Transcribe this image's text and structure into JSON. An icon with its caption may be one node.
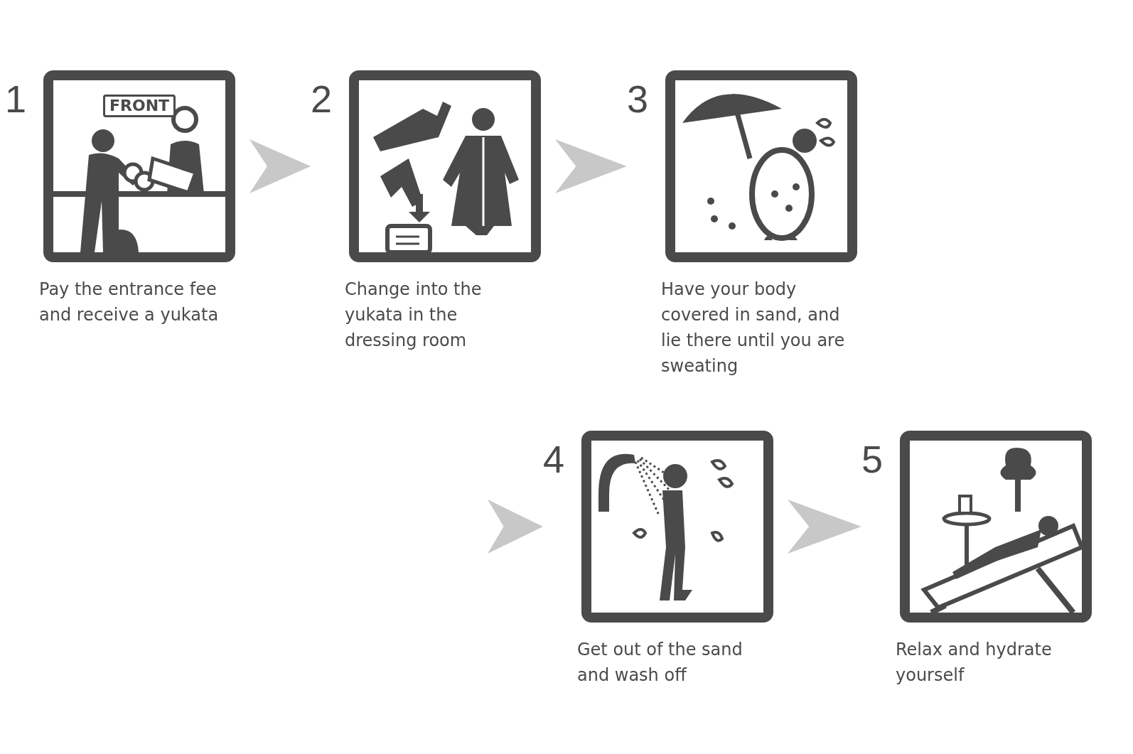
{
  "diagram": {
    "nodes": [
      {
        "text": [
          "1",
          "Pay the entrance fee and receive a yukata"
        ]
      },
      {
        "text": [
          "2",
          "Change into the yukata in the dressing room"
        ]
      },
      {
        "text": [
          "3",
          "Have your body covered in sand, and lie there until you are sweating"
        ]
      },
      {
        "text": [
          "4",
          "Get out of the sand and wash off"
        ]
      },
      {
        "text": [
          "5",
          "Relax and hydrate yourself"
        ]
      }
    ],
    "edges": [
      {
        "from": 0,
        "to": 1,
        "arrow": "to"
      },
      {
        "from": 1,
        "to": 2,
        "arrow": "to"
      },
      {
        "from": null,
        "to": 3,
        "arrow": "to"
      },
      {
        "from": 3,
        "to": 4,
        "arrow": "to"
      }
    ],
    "labels": [
      "FRONT"
    ]
  }
}
